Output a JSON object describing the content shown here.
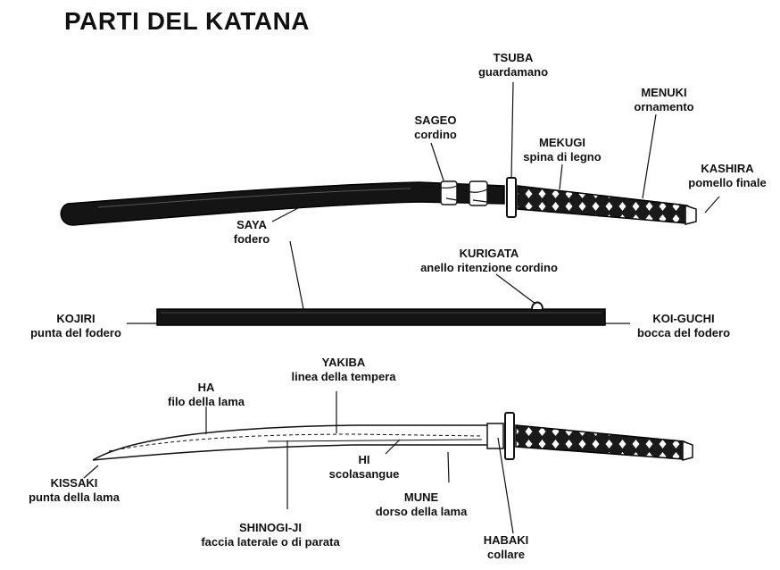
{
  "title": "PARTI DEL KATANA",
  "labels": {
    "tsuba": {
      "term": "TSUBA",
      "desc": "guardamano"
    },
    "menuki": {
      "term": "MENUKI",
      "desc": "ornamento"
    },
    "sageo": {
      "term": "SAGEO",
      "desc": "cordino"
    },
    "mekugi": {
      "term": "MEKUGI",
      "desc": "spina di legno"
    },
    "kashira": {
      "term": "KASHIRA",
      "desc": "pomello finale"
    },
    "saya": {
      "term": "SAYA",
      "desc": "fodero"
    },
    "kurigata": {
      "term": "KURIGATA",
      "desc": "anello ritenzione cordino"
    },
    "kojiri": {
      "term": "KOJIRI",
      "desc": "punta del fodero"
    },
    "koiguchi": {
      "term": "KOI-GUCHI",
      "desc": "bocca del fodero"
    },
    "yakiba": {
      "term": "YAKIBA",
      "desc": "linea della tempera"
    },
    "ha": {
      "term": "HA",
      "desc": "filo della lama"
    },
    "hi": {
      "term": "HI",
      "desc": "scolasangue"
    },
    "kissaki": {
      "term": "KISSAKI",
      "desc": "punta della lama"
    },
    "mune": {
      "term": "MUNE",
      "desc": "dorso della lama"
    },
    "shinogiji": {
      "term": "SHINOGI-JI",
      "desc": "faccia laterale o di parata"
    },
    "habaki": {
      "term": "HABAKI",
      "desc": "collare"
    }
  }
}
